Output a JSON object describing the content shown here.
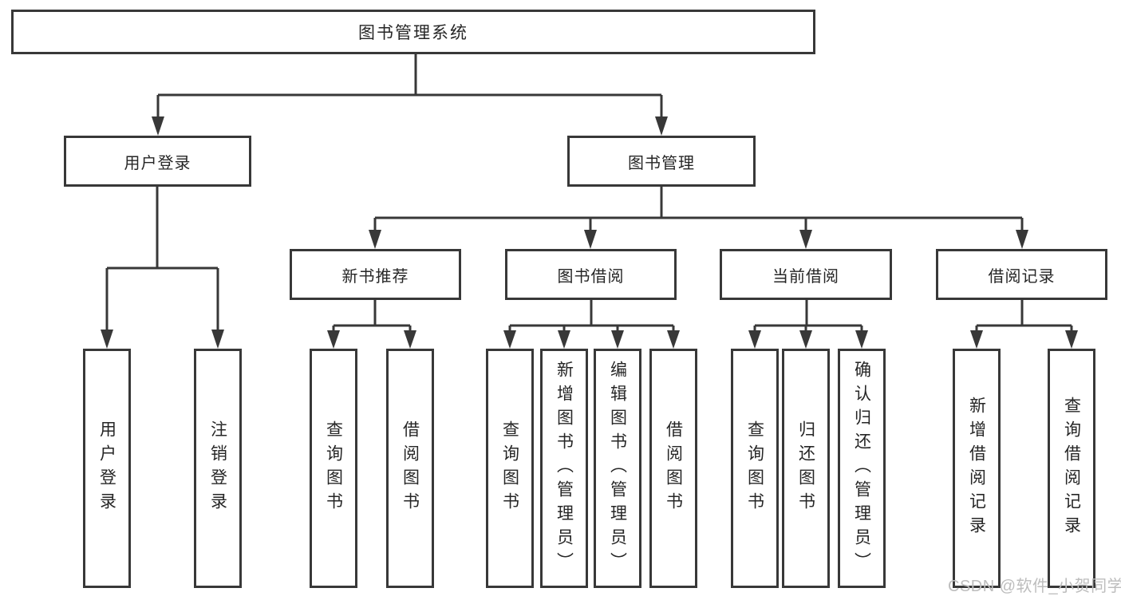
{
  "diagram": {
    "title": "图书管理系统",
    "level1": {
      "user": "用户登录",
      "book": "图书管理"
    },
    "level2": {
      "recommend": "新书推荐",
      "borrow": "图书借阅",
      "current": "当前借阅",
      "records": "借阅记录"
    },
    "leaves": {
      "user": [
        "用户登录",
        "注销登录"
      ],
      "recommend": [
        "查询图书",
        "借阅图书"
      ],
      "borrow": [
        "查询图书",
        "新增图书（管理员）",
        "编辑图书（管理员）",
        "借阅图书"
      ],
      "current": [
        "查询图书",
        "归还图书",
        "确认归还（管理员）"
      ],
      "records": [
        "新增借阅记录",
        "查询借阅记录"
      ]
    }
  },
  "watermark": "CSDN @软件_小贺同学",
  "colors": {
    "line": "#383838",
    "text": "#262626",
    "watermark": "#bdbdbd",
    "background": "#ffffff"
  }
}
